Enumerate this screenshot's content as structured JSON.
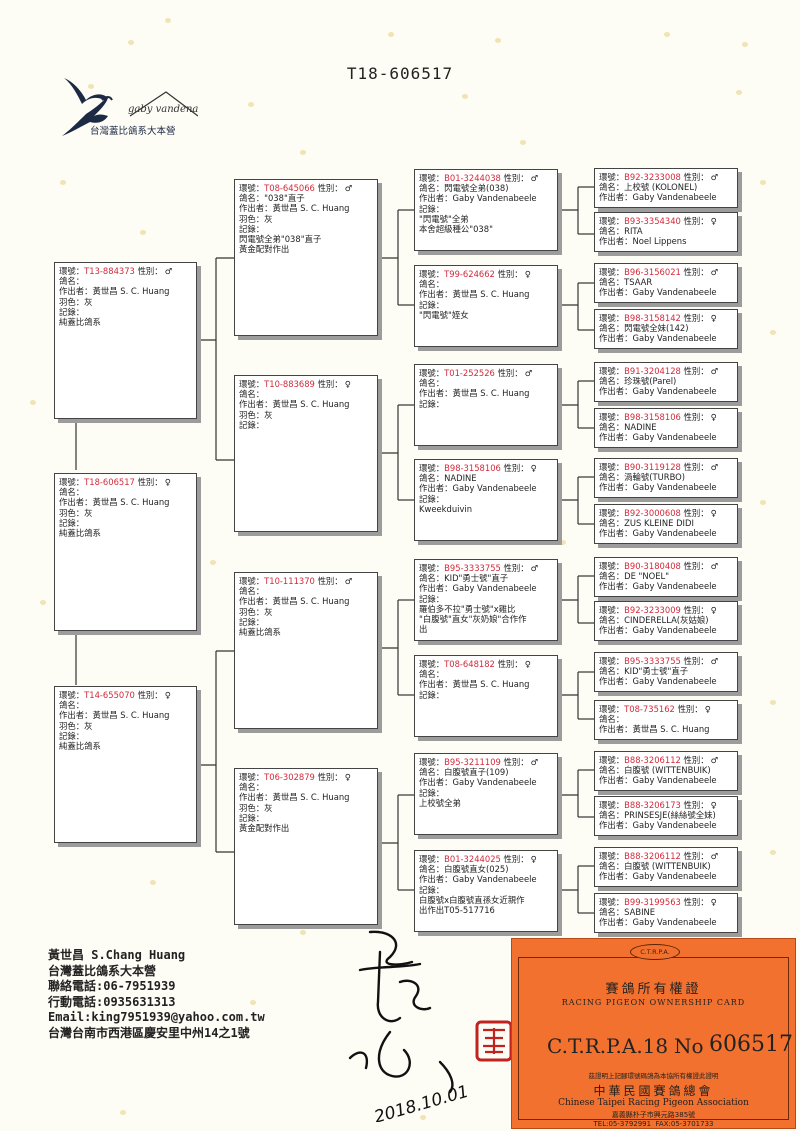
{
  "title": "T18-606517",
  "logo": {
    "script": "gaby vandenabeele",
    "text": "台灣蓋比鴿系大本營"
  },
  "labels": {
    "ring": "環號：",
    "sex": "性別：",
    "name": "鴿名：",
    "breeder": "作出者：",
    "color": "羽色：",
    "record": "記錄："
  },
  "subject": {
    "ring": "T18-606517",
    "sex": "♀",
    "name": "",
    "breeder": "黃世昌 S. C. Huang",
    "color": "灰",
    "record": "",
    "notes": [
      "純蓋比鴿系"
    ]
  },
  "parents": [
    {
      "ring": "T13-884373",
      "sex": "♂",
      "name": "",
      "breeder": "黃世昌 S. C. Huang",
      "color": "灰",
      "record": "",
      "notes": [
        "純蓋比鴿系"
      ]
    },
    {
      "ring": "T14-655070",
      "sex": "♀",
      "name": "",
      "breeder": "黃世昌 S. C. Huang",
      "color": "灰",
      "record": "",
      "notes": [
        "純蓋比鴿系"
      ]
    }
  ],
  "grandparents": [
    {
      "ring": "T08-645066",
      "sex": "♂",
      "name": "\"038\"直子",
      "breeder": "黃世昌 S. C. Huang",
      "color": "灰",
      "record": "",
      "notes": [
        "閃電號全弟\"038\"直子",
        "黃金配對作出"
      ]
    },
    {
      "ring": "T10-883689",
      "sex": "♀",
      "name": "",
      "breeder": "黃世昌 S. C. Huang",
      "color": "灰",
      "record": "",
      "notes": []
    },
    {
      "ring": "T10-111370",
      "sex": "♂",
      "name": "",
      "breeder": "黃世昌 S. C. Huang",
      "color": "灰",
      "record": "",
      "notes": [
        "純蓋比鴿系"
      ]
    },
    {
      "ring": "T06-302879",
      "sex": "♀",
      "name": "",
      "breeder": "黃世昌 S. C. Huang",
      "color": "灰",
      "record": "",
      "notes": [
        "黃金配對作出"
      ]
    }
  ],
  "great_grandparents": [
    {
      "ring": "B01-3244038",
      "sex": "♂",
      "name": "閃電號全弟(038)",
      "breeder": "Gaby Vandenabeele",
      "record": "",
      "notes": [
        "\"閃電號\"全弟",
        "本舍超級種公\"038\""
      ]
    },
    {
      "ring": "T99-624662",
      "sex": "♀",
      "name": "",
      "breeder": "黃世昌 S. C. Huang",
      "record": "",
      "notes": [
        "\"閃電號\"姪女"
      ]
    },
    {
      "ring": "T01-252526",
      "sex": "♂",
      "name": "",
      "breeder": "黃世昌 S. C. Huang",
      "record": "",
      "notes": []
    },
    {
      "ring": "B98-3158106",
      "sex": "♀",
      "name": "NADINE",
      "breeder": "Gaby Vandenabeele",
      "record": "",
      "notes": [
        "Kweekduivin"
      ]
    },
    {
      "ring": "B95-3333755",
      "sex": "♂",
      "name": "KID\"勇士號\"直子",
      "breeder": "Gaby Vandenabeele",
      "record": "",
      "notes": [
        "羅伯多不拉\"勇士號\"x雞比",
        "\"白腹號\"直女\"灰奶娘\"合作作",
        "出"
      ]
    },
    {
      "ring": "T08-648182",
      "sex": "♀",
      "name": "",
      "breeder": "黃世昌 S. C. Huang",
      "record": "",
      "notes": []
    },
    {
      "ring": "B95-3211109",
      "sex": "♂",
      "name": "白腹號直子(109)",
      "breeder": "Gaby Vandenabeele",
      "record": "",
      "notes": [
        "上校號全弟"
      ]
    },
    {
      "ring": "B01-3244025",
      "sex": "♀",
      "name": "白腹號直女(025)",
      "breeder": "Gaby Vandenabeele",
      "record": "",
      "notes": [
        "白腹號x白腹號直孫女近親作",
        "出作出T05-517716"
      ]
    }
  ],
  "ggg": [
    {
      "ring": "B92-3233008",
      "sex": "♂",
      "name": "上校號 (KOLONEL)",
      "breeder": "Gaby Vandenabeele"
    },
    {
      "ring": "B93-3354340",
      "sex": "♀",
      "name": "RITA",
      "breeder": "Noel Lippens"
    },
    {
      "ring": "B96-3156021",
      "sex": "♂",
      "name": "TSAAR",
      "breeder": "Gaby Vandenabeele"
    },
    {
      "ring": "B98-3158142",
      "sex": "♀",
      "name": "閃電號全妹(142)",
      "breeder": "Gaby Vandenabeele"
    },
    {
      "ring": "B91-3204128",
      "sex": "♂",
      "name": "珍珠號(Parel)",
      "breeder": "Gaby Vandenabeele"
    },
    {
      "ring": "B98-3158106",
      "sex": "♀",
      "name": "NADINE",
      "breeder": "Gaby Vandenabeele"
    },
    {
      "ring": "B90-3119128",
      "sex": "♂",
      "name": "渦輪號(TURBO)",
      "breeder": "Gaby Vandenabeele"
    },
    {
      "ring": "B92-3000608",
      "sex": "♀",
      "name": "ZUS KLEINE DIDI",
      "breeder": "Gaby Vandenabeele"
    },
    {
      "ring": "B90-3180408",
      "sex": "♂",
      "name": "DE \"NOEL\"",
      "breeder": "Gaby Vandenabeele"
    },
    {
      "ring": "B92-3233009",
      "sex": "♀",
      "name": "CINDERELLA(灰姑娘)",
      "breeder": "Gaby Vandenabeele"
    },
    {
      "ring": "B95-3333755",
      "sex": "♂",
      "name": "KID\"勇士號\"直子",
      "breeder": "Gaby Vandenabeele"
    },
    {
      "ring": "T08-735162",
      "sex": "♀",
      "name": "",
      "breeder": "黃世昌 S. C. Huang"
    },
    {
      "ring": "B88-3206112",
      "sex": "♂",
      "name": "白腹號 (WITTENBUIK)",
      "breeder": "Gaby Vandenabeele"
    },
    {
      "ring": "B88-3206173",
      "sex": "♀",
      "name": "PRINSESJE(絲絲號全妹)",
      "breeder": "Gaby Vandenabeele"
    },
    {
      "ring": "B88-3206112",
      "sex": "♂",
      "name": "白腹號 (WITTENBUIK)",
      "breeder": "Gaby Vandenabeele"
    },
    {
      "ring": "B99-3199563",
      "sex": "♀",
      "name": "SABINE",
      "breeder": "Gaby Vandenabeele"
    }
  ],
  "contact": {
    "name": "黃世昌 S.Chang Huang",
    "org": "台灣蓋比鴿系大本營",
    "phone": "聯絡電話:06-7951939",
    "mobile": "行動電話:0935631313",
    "email": "Email:king7951939@yahoo.com.tw",
    "address": "台灣台南市西港區慶安里中州14之1號"
  },
  "signature_date": "2018.10.01",
  "stamp_text": "黃世昌",
  "ownership_card": {
    "badge": "C.T.R.P.A.",
    "title_zh": "賽鴿所有權證",
    "title_en": "RACING PIGEON OWNERSHIP CARD",
    "assoc_year": "C.T.R.P.A.18",
    "no_label": "No",
    "serial": "606517",
    "desc": "茲證明上記腳環號碼鴿為本協所有權證此證明",
    "org_zh": "中華民國賽鴿總會",
    "org_en": "Chinese Taipei Racing Pigeon Association",
    "address": "嘉義縣朴子市興元路385號",
    "tel": "TEL:05-3792991",
    "fax": "FAX:05-3701733",
    "colors": {
      "card": "#f2712e",
      "ring": "#d22a3a"
    }
  }
}
